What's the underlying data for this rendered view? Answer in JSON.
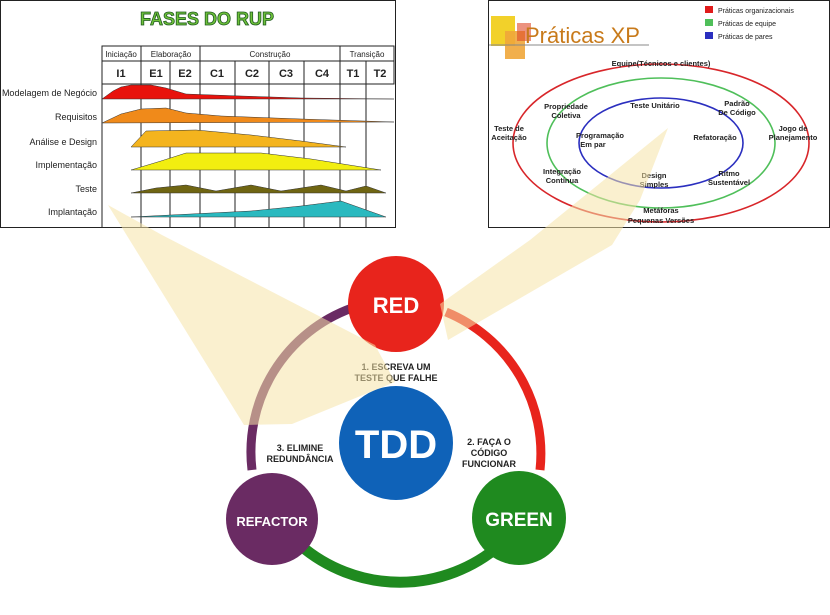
{
  "rup": {
    "title": "FASES DO RUP",
    "phases": [
      "Iniciação",
      "Elaboração",
      "Construção",
      "Transição"
    ],
    "iterations": [
      "I1",
      "E1",
      "E2",
      "C1",
      "C2",
      "C3",
      "C4",
      "T1",
      "T2"
    ],
    "disciplines": [
      {
        "label": "Modelagem de Negócio",
        "color": "#e8120c"
      },
      {
        "label": "Requisitos",
        "color": "#f08a1a"
      },
      {
        "label": "Análise e Design",
        "color": "#f4b41e"
      },
      {
        "label": "Implementação",
        "color": "#f2ee10"
      },
      {
        "label": "Teste",
        "color": "#6f6512"
      },
      {
        "label": "Implantação",
        "color": "#2ab9bf"
      }
    ]
  },
  "xp": {
    "title": "Práticas XP",
    "legend": [
      {
        "label": "Práticas organizacionais",
        "color": "#e01b1b"
      },
      {
        "label": "Práticas de equipe",
        "color": "#4fbf5a"
      },
      {
        "label": "Práticas de pares",
        "color": "#2b2fbf"
      }
    ],
    "practices": {
      "equipe": "Equipe(Técnicos e clientes)",
      "teste_aceitacao_1": "Teste de",
      "teste_aceitacao_2": "Aceitação",
      "jogo_1": "Jogo de",
      "jogo_2": "Planejamento",
      "versoes": "Pequenas Versões",
      "propriedade_1": "Propriedade",
      "propriedade_2": "Coletiva",
      "padrao_1": "Padrão",
      "padrao_2": "De Código",
      "integracao_1": "Integração",
      "integracao_2": "Contínua",
      "ritmo_1": "Ritmo",
      "ritmo_2": "Sustentável",
      "metaforas": "Metáforas",
      "teste_unitario": "Teste Unitário",
      "refatoracao": "Refatoração",
      "programacao_1": "Programação",
      "programacao_2": "Em par",
      "design_1": "Design",
      "design_2": "Simples"
    }
  },
  "tdd": {
    "center": "TDD",
    "red": "RED",
    "green": "GREEN",
    "refactor": "REFACTOR",
    "colors": {
      "red": "#e8241c",
      "green": "#1f8a1f",
      "refactor": "#6a2b63",
      "center": "#0f62b8"
    },
    "step1_1": "1. ESCREVA UM",
    "step1_2": "TESTE QUE FALHE",
    "step2_1": "2. FAÇA O",
    "step2_2": "CÓDIGO",
    "step2_3": "FUNCIONAR",
    "step3_1": "3. ELIMINE",
    "step3_2": "REDUNDÂNCIA"
  }
}
